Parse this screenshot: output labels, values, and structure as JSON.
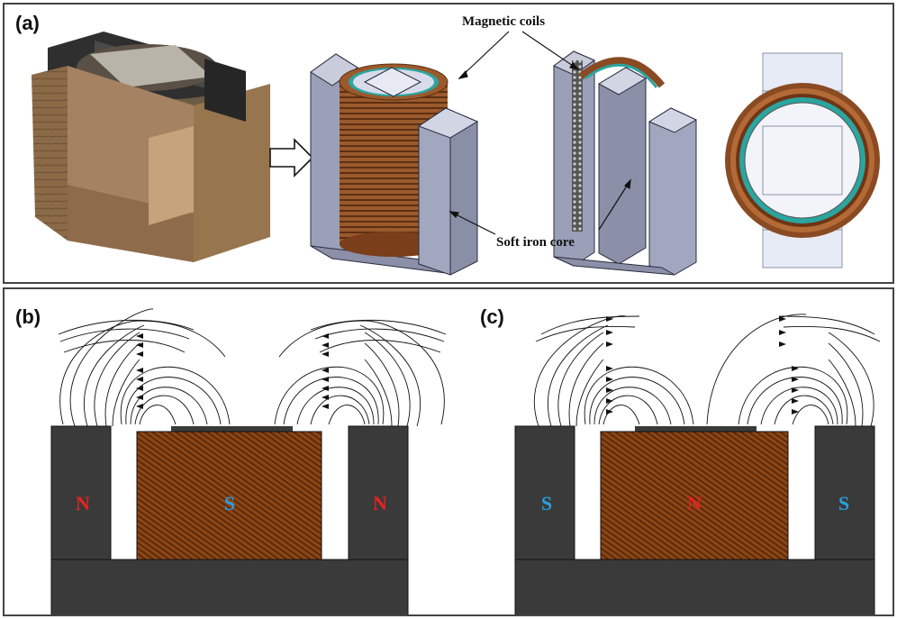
{
  "figure": {
    "panels": [
      {
        "id": "a",
        "label": "(a)"
      },
      {
        "id": "b",
        "label": "(b)"
      },
      {
        "id": "c",
        "label": "(c)"
      }
    ],
    "annotations": {
      "coils": "Magnetic coils",
      "core": "Soft iron core"
    },
    "poles": {
      "b": {
        "left": "N",
        "center": "S",
        "right": "N"
      },
      "c": {
        "left": "S",
        "center": "N",
        "right": "S"
      }
    },
    "colors": {
      "north": "#e8231f",
      "south": "#2b9fe0",
      "core_dark": "#3a3a3a",
      "coil_copper": "#8a4a22",
      "coil_ring_teal": "#2aa5a0",
      "steel_light": "#a9acc4"
    }
  }
}
